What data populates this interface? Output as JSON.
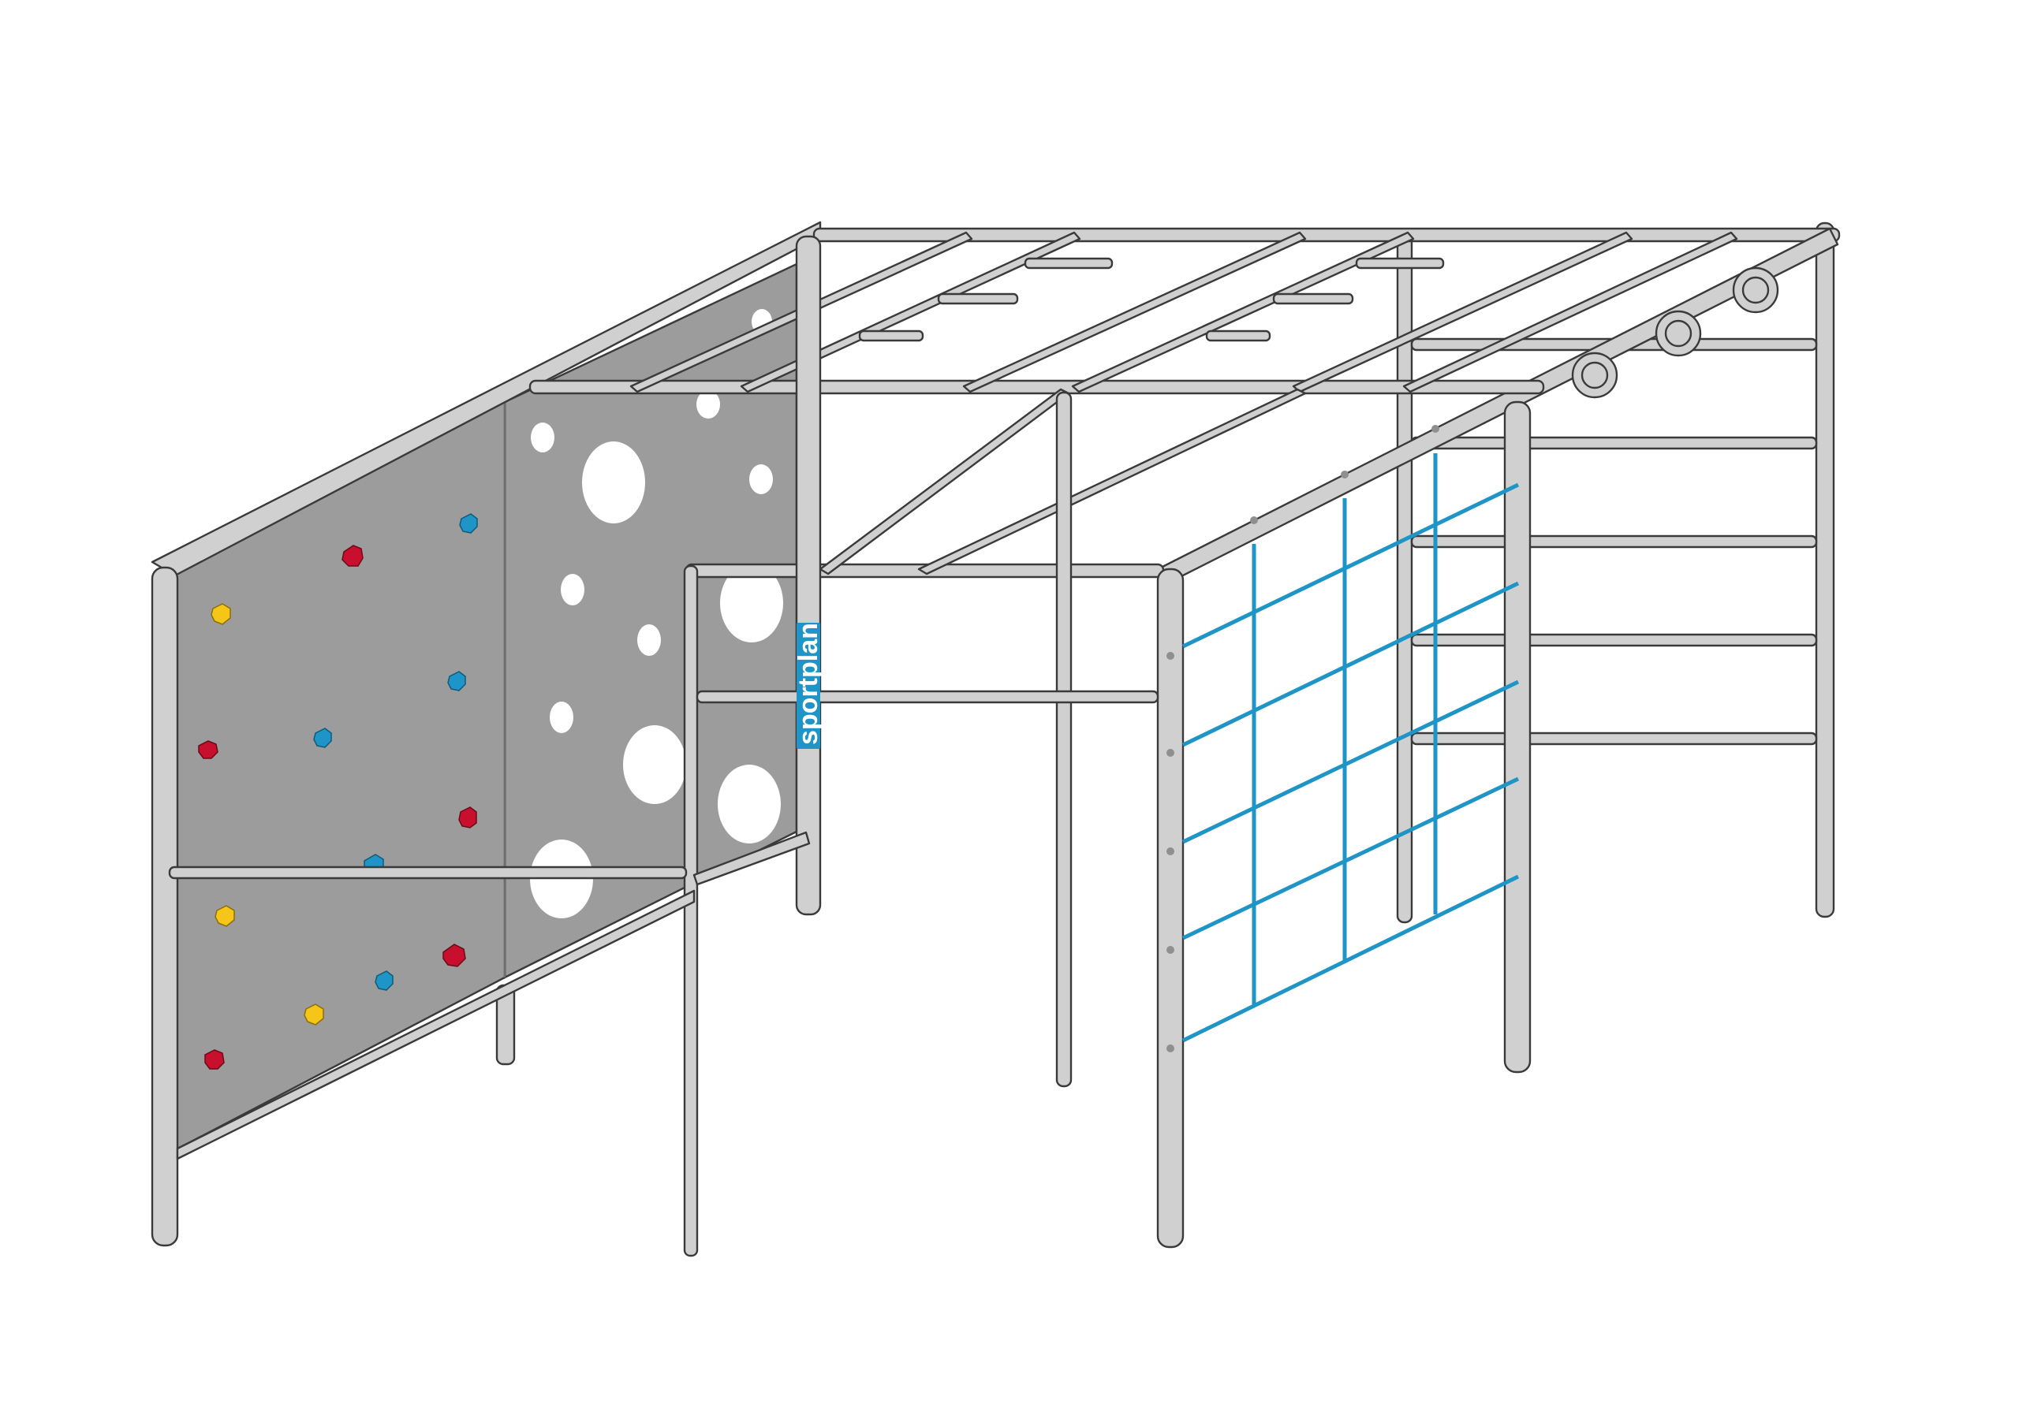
{
  "brand": {
    "text": "sportplan"
  },
  "colors": {
    "frame": "#d0d0d0",
    "outline": "#3a3a3a",
    "panel": "#9c9c9c",
    "net": "#1e95c6",
    "hold_red": "#c8102e",
    "hold_blue": "#1e95c6",
    "hold_yellow": "#f5c518"
  },
  "climbing_holds": [
    "red",
    "blue",
    "yellow"
  ]
}
